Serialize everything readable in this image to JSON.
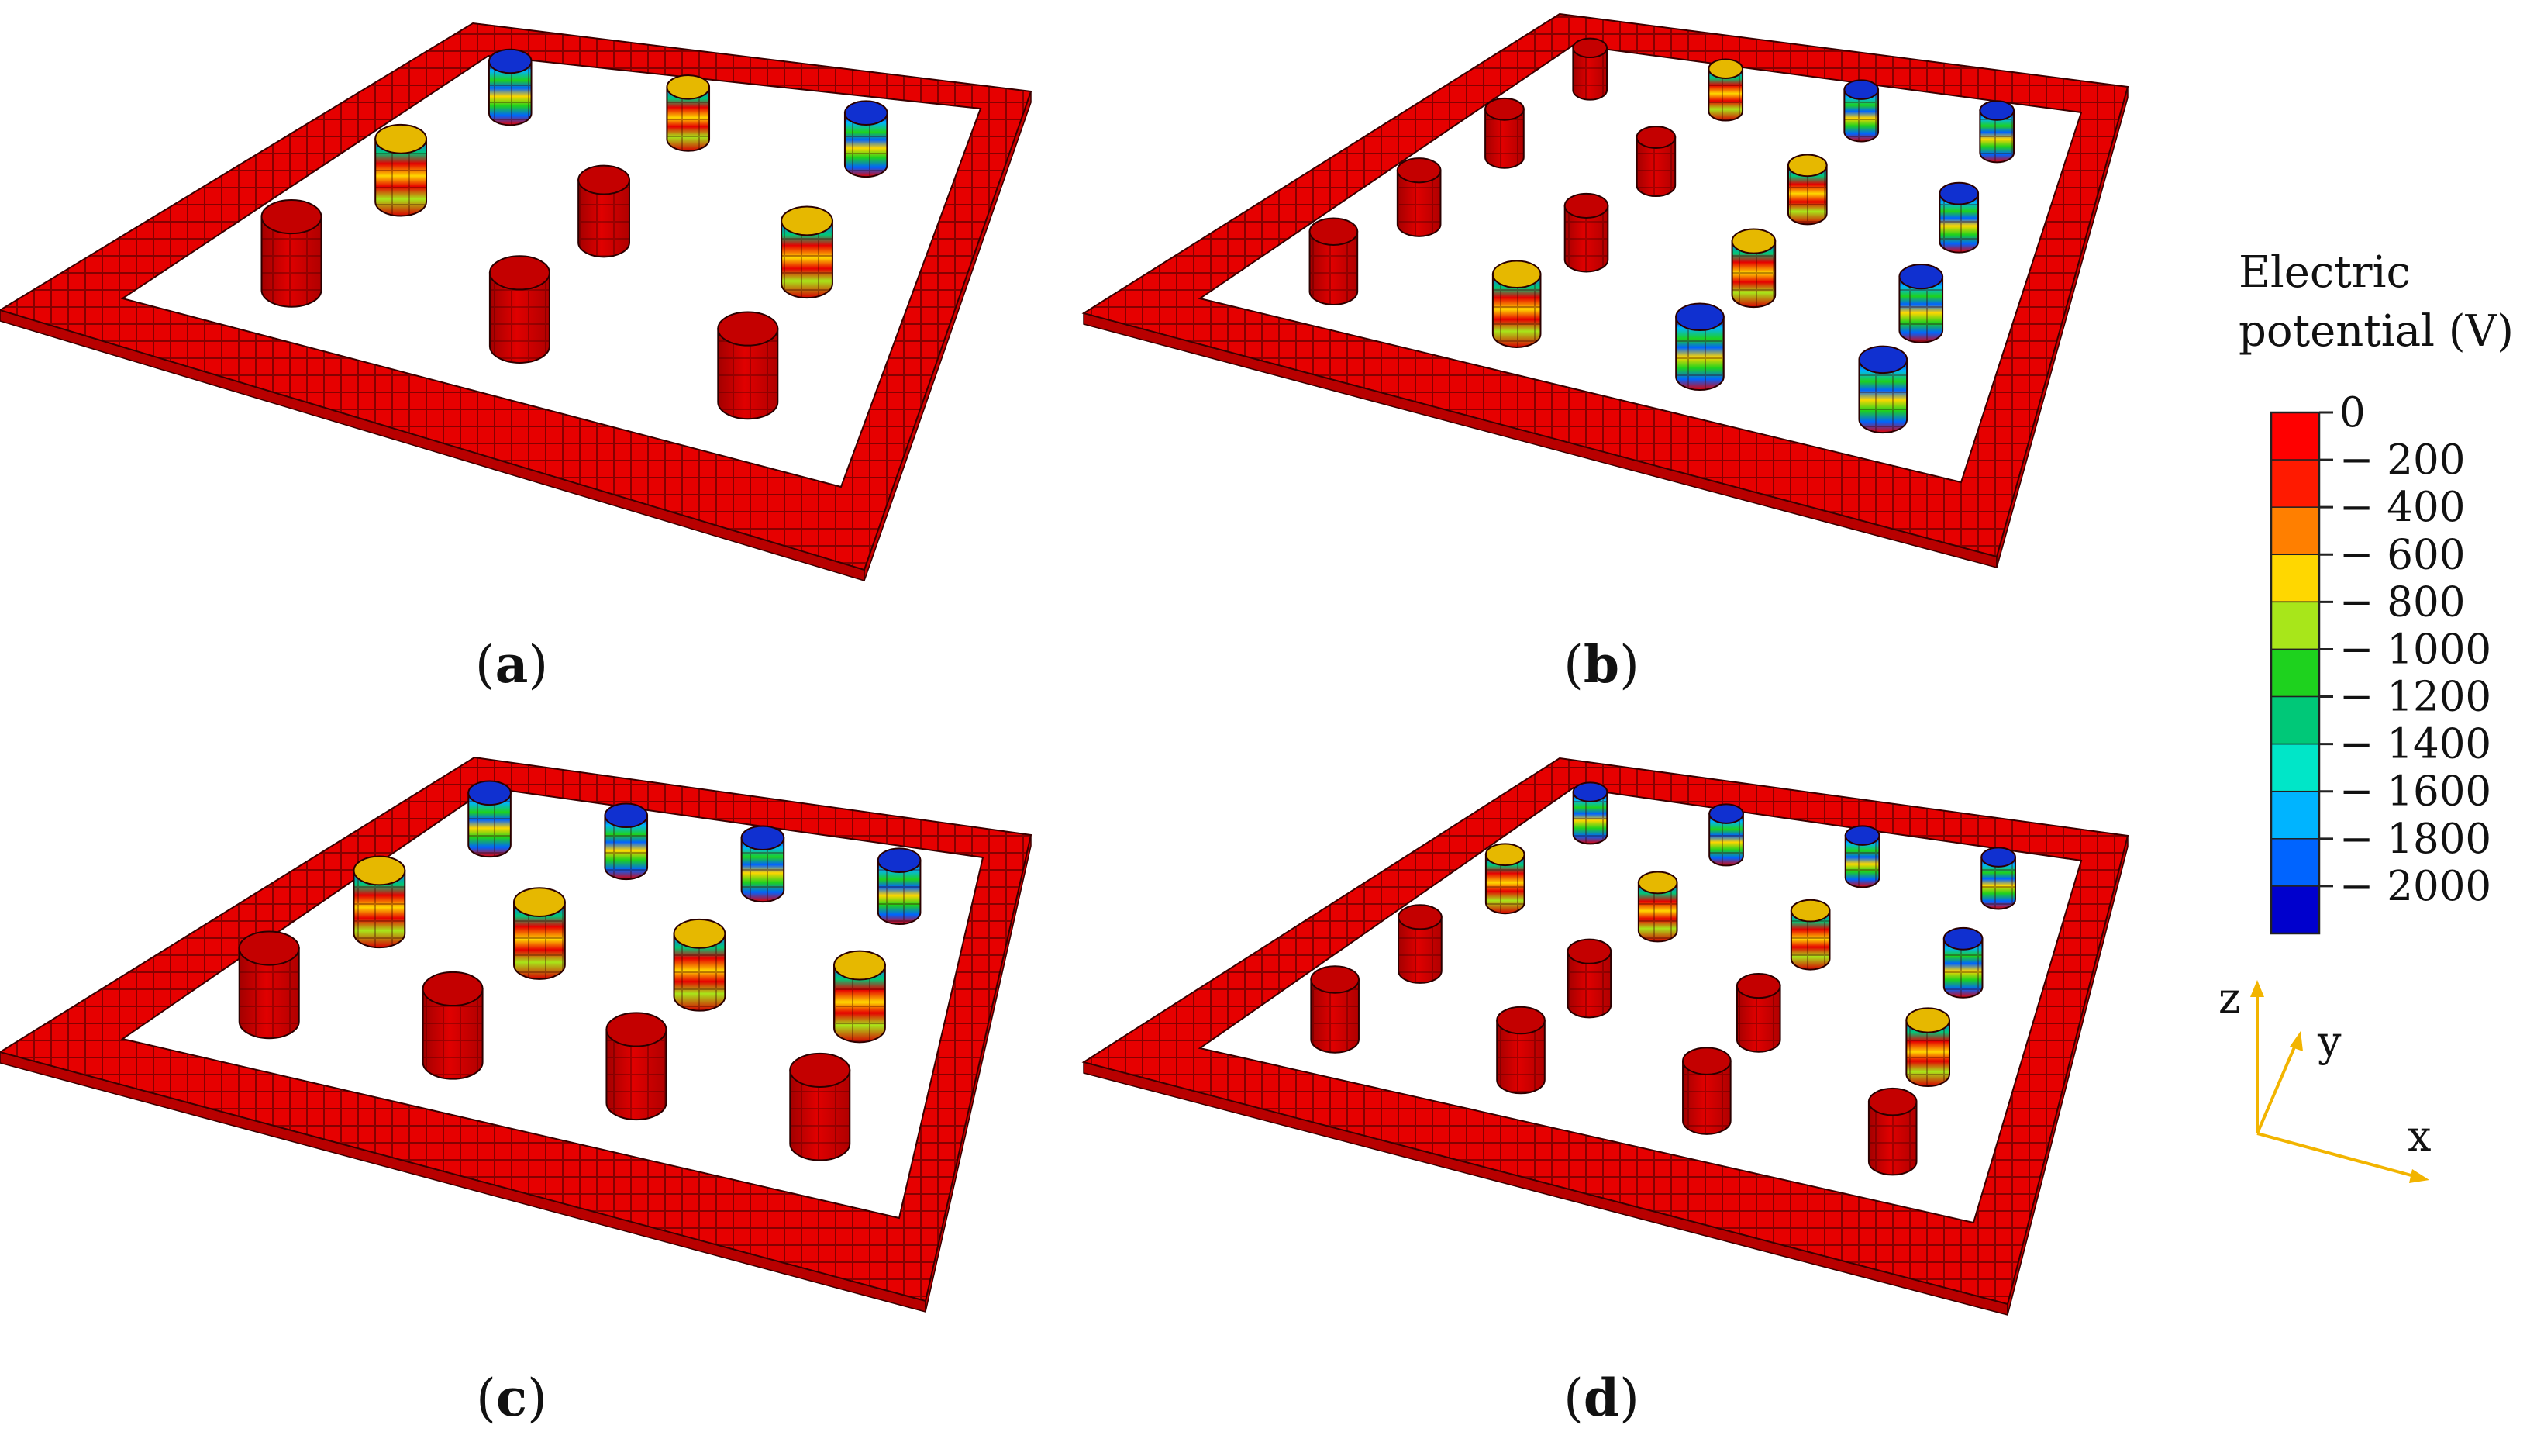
{
  "panels": [
    {
      "id": "a",
      "caption_open": "(",
      "caption_letter": "a",
      "caption_close": ")",
      "rows": 3,
      "cols": 3,
      "pillar_colors": [
        "red",
        "red",
        "red",
        "mix",
        "red",
        "mix",
        "blue",
        "mix",
        "blue"
      ]
    },
    {
      "id": "b",
      "caption_open": "(",
      "caption_letter": "b",
      "caption_close": ")",
      "rows": 4,
      "cols": 4,
      "pillar_colors": [
        "red",
        "mix",
        "blue",
        "blue",
        "red",
        "red",
        "mix",
        "blue",
        "red",
        "red",
        "mix",
        "blue",
        "red",
        "mix",
        "blue",
        "blue"
      ]
    },
    {
      "id": "c",
      "caption_open": "(",
      "caption_letter": "c",
      "caption_close": ")",
      "rows": 3,
      "cols": 4,
      "pillar_colors": [
        "red",
        "red",
        "red",
        "red",
        "mix",
        "mix",
        "mix",
        "mix",
        "blue",
        "blue",
        "blue",
        "blue"
      ]
    },
    {
      "id": "d",
      "caption_open": "(",
      "caption_letter": "d",
      "caption_close": ")",
      "rows": 4,
      "cols": 4,
      "pillar_colors": [
        "red",
        "red",
        "red",
        "red",
        "red",
        "red",
        "red",
        "mix",
        "mix",
        "mix",
        "mix",
        "blue",
        "blue",
        "blue",
        "blue",
        "blue"
      ]
    }
  ],
  "legend": {
    "title_line1": "Electric",
    "title_line2": "potential (V)",
    "ticks": [
      "0",
      "− 200",
      "− 400",
      "− 600",
      "− 800",
      "− 1000",
      "− 1200",
      "− 1400",
      "− 1600",
      "− 1800",
      "− 2000"
    ],
    "colors": [
      "#ff0000",
      "#ff1a00",
      "#ff7f00",
      "#ffd700",
      "#a8e61a",
      "#1ed21e",
      "#00c878",
      "#00e6c8",
      "#00b4ff",
      "#0064ff",
      "#0000cd"
    ]
  },
  "axes": {
    "z": "z",
    "y": "y",
    "x": "x",
    "color": "#f2b400"
  },
  "colors": {
    "frame": "#e60000",
    "frame_grid": "#3a0000",
    "pillar_red": "#d90000"
  }
}
